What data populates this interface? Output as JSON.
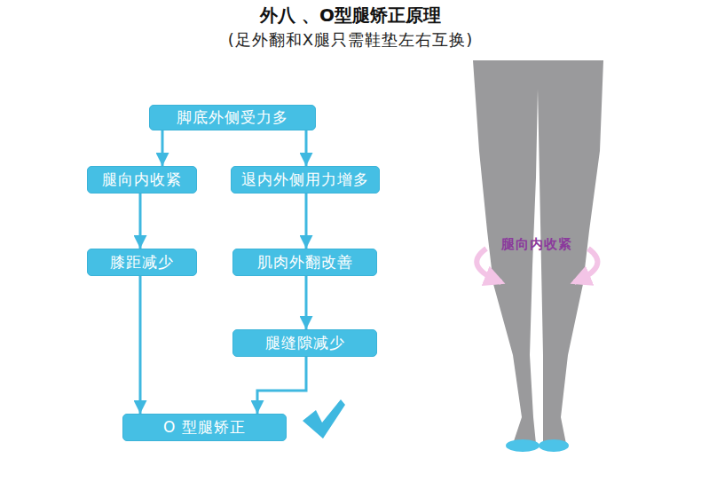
{
  "diagram": {
    "title": "外八 、O型腿矫正原理",
    "nodes": [
      {
        "text": [
          "脚底外侧受力多"
        ]
      },
      {
        "text": [
          "腿向内收紧"
        ]
      },
      {
        "text": [
          "退内外侧用力增多"
        ]
      },
      {
        "text": [
          "膝距减少"
        ]
      },
      {
        "text": [
          "肌肉外翻改善"
        ]
      },
      {
        "text": [
          "腿缝隙减少"
        ]
      },
      {
        "text": [
          "O 型腿矫正"
        ]
      }
    ],
    "edges": [
      {
        "from": 0,
        "to": 1,
        "arrow": "to"
      },
      {
        "from": 0,
        "to": 2,
        "arrow": "to"
      },
      {
        "from": 1,
        "to": 3,
        "arrow": "to"
      },
      {
        "from": 2,
        "to": 4,
        "arrow": "to"
      },
      {
        "from": 4,
        "to": 5,
        "arrow": "to"
      },
      {
        "from": 3,
        "to": 6,
        "arrow": "to"
      },
      {
        "from": 5,
        "to": 6,
        "arrow": "to"
      }
    ],
    "labels": [
      "(足外翻和X腿只需鞋垫左右互换)",
      "腿向内收紧"
    ]
  }
}
